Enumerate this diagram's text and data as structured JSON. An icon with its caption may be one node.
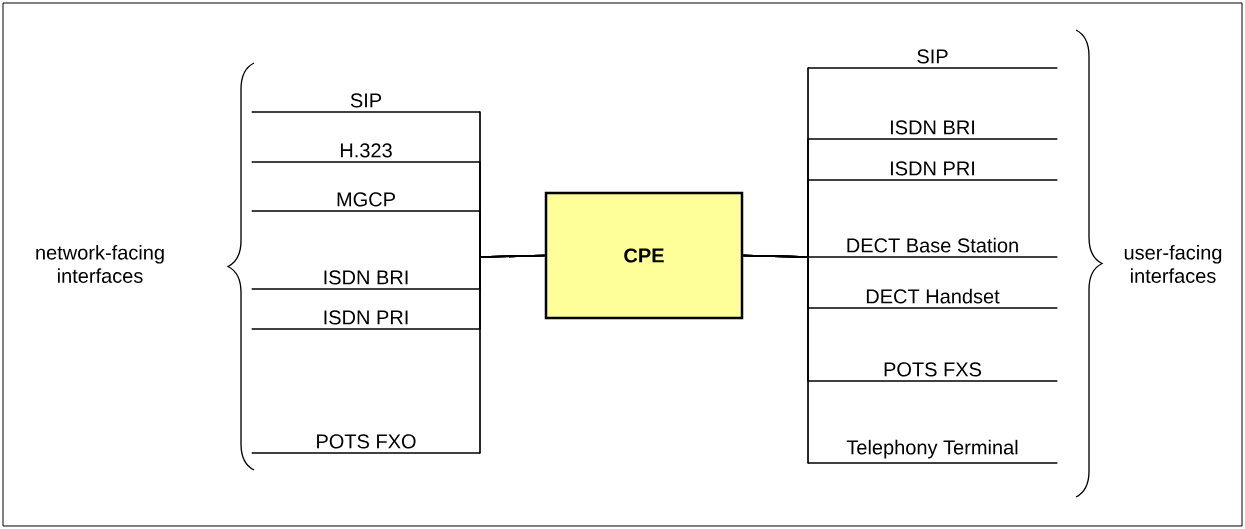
{
  "diagram": {
    "nodes": [
      {
        "text": [
          "SIP"
        ]
      },
      {
        "text": [
          "H.323"
        ]
      },
      {
        "text": [
          "MGCP"
        ]
      },
      {
        "text": [
          "ISDN BRI"
        ]
      },
      {
        "text": [
          "ISDN PRI"
        ]
      },
      {
        "text": [
          "POTS FXO"
        ]
      },
      {
        "text": [
          "CPE"
        ]
      },
      {
        "text": [
          "SIP"
        ]
      },
      {
        "text": [
          "ISDN BRI"
        ]
      },
      {
        "text": [
          "ISDN PRI"
        ]
      },
      {
        "text": [
          "DECT Base Station"
        ]
      },
      {
        "text": [
          "DECT Handset"
        ]
      },
      {
        "text": [
          "POTS FXS"
        ]
      },
      {
        "text": [
          "Telephony Terminal"
        ]
      }
    ],
    "edges": [
      {
        "from": 6,
        "to": 0,
        "arrow": "none"
      },
      {
        "from": 6,
        "to": 1,
        "arrow": "none"
      },
      {
        "from": 6,
        "to": 2,
        "arrow": "none"
      },
      {
        "from": 6,
        "to": 3,
        "arrow": "none"
      },
      {
        "from": 6,
        "to": 4,
        "arrow": "none"
      },
      {
        "from": 6,
        "to": 5,
        "arrow": "none"
      },
      {
        "from": 6,
        "to": 7,
        "arrow": "none"
      },
      {
        "from": 6,
        "to": 8,
        "arrow": "none"
      },
      {
        "from": 6,
        "to": 9,
        "arrow": "none"
      },
      {
        "from": 6,
        "to": 10,
        "arrow": "none"
      },
      {
        "from": 6,
        "to": 11,
        "arrow": "none"
      },
      {
        "from": 6,
        "to": 12,
        "arrow": "none"
      },
      {
        "from": 6,
        "to": 13,
        "arrow": "none"
      }
    ],
    "labels": [
      "network-facing interfaces",
      "user-facing interfaces"
    ]
  }
}
